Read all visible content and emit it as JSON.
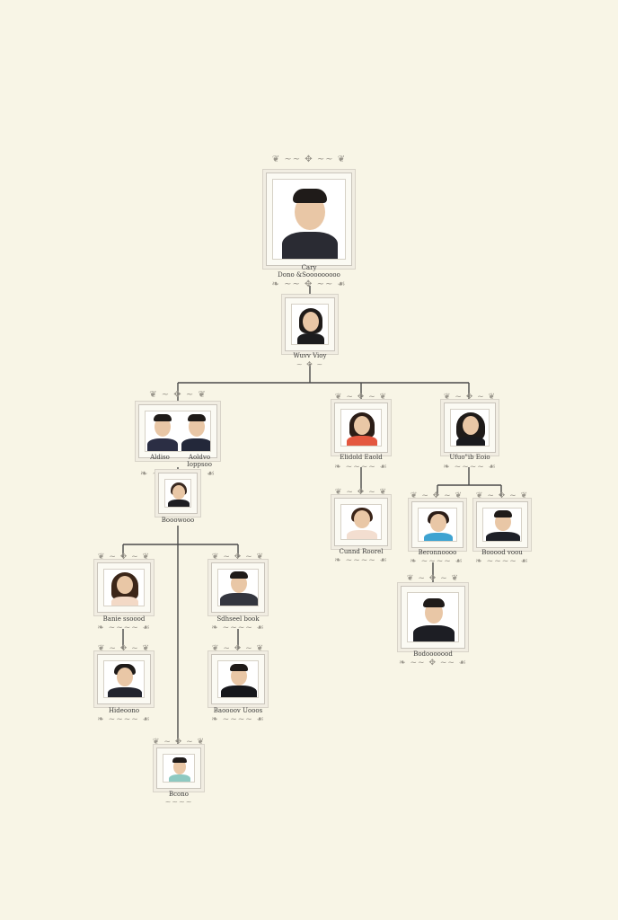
{
  "colors": {
    "background": "#f8f5e6",
    "connector": "#4a4a4a",
    "frame_border": "#c9c4bb"
  },
  "ornament_icon": "ornate-scroll-icon",
  "members": {
    "grandfather": {
      "name_line1": "Cary",
      "name_line2": "Dono &Sooooooooo"
    },
    "grandmother": {
      "name": "Wuvv Vioy"
    },
    "couple_left": {
      "name_a": "Aldiso",
      "name_b": "Aoldvo",
      "name_b_line2": "Ioppsoo"
    },
    "child_left": {
      "name": "Booowooo"
    },
    "gc_left_1": {
      "name": "Banie ssoood"
    },
    "gc_left_2": {
      "name": "Hideoono"
    },
    "gc_mid_1": {
      "name": "Sdhseel book"
    },
    "gc_mid_2": {
      "name": "Baoooov Uooos"
    },
    "great_gc": {
      "name": "Bcono"
    },
    "child_mid": {
      "name": "Elidold Eaold"
    },
    "gc_mid_right": {
      "name": "Cunnd Roorel"
    },
    "child_right": {
      "name": "Ufuo\"ib Eoio"
    },
    "gc_right_1": {
      "name": "Beronnoooo"
    },
    "gc_right_2": {
      "name": "Booood voou"
    },
    "great_gc_right": {
      "name": "Bodooooood"
    }
  }
}
